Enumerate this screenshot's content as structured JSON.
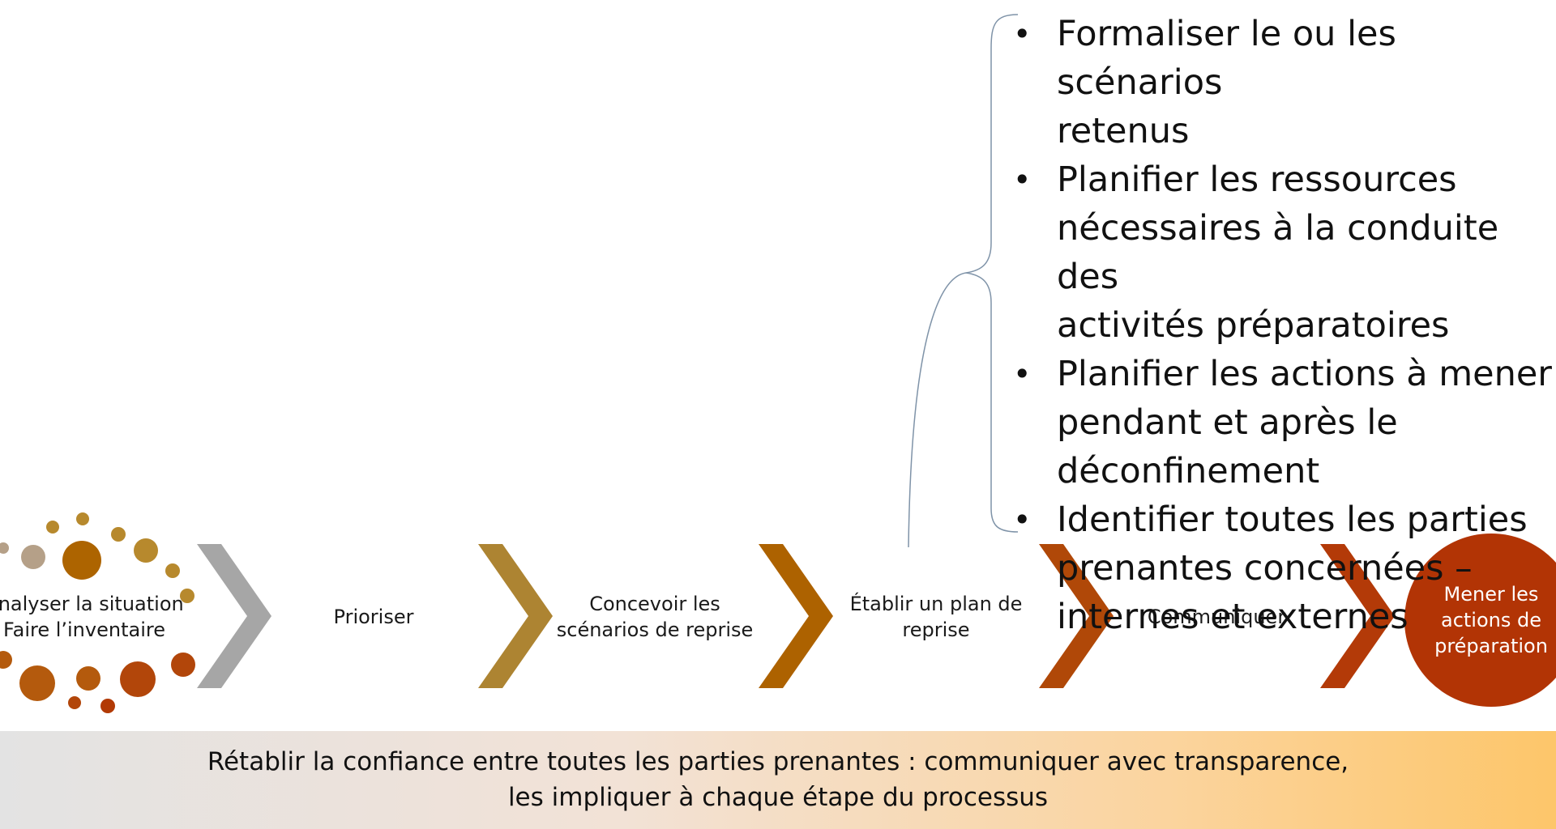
{
  "steps": [
    {
      "lines": [
        "Analyser la situation",
        "Faire l’inventaire"
      ]
    },
    {
      "lines": [
        "Prioriser"
      ]
    },
    {
      "lines": [
        "Concevoir les",
        "scénarios de reprise"
      ]
    },
    {
      "lines": [
        "Établir un plan de",
        "reprise"
      ]
    },
    {
      "lines": [
        "Communiquer"
      ]
    }
  ],
  "final_step": {
    "lines": [
      "Mener les",
      "actions de",
      "préparation"
    ]
  },
  "callout_bullets": [
    {
      "lines": [
        "Formaliser le ou les scénarios",
        "retenus"
      ]
    },
    {
      "lines": [
        "Planifier les ressources",
        "nécessaires à la conduite des",
        "activités préparatoires"
      ]
    },
    {
      "lines": [
        "Planifier les actions à mener",
        "pendant et après le",
        "déconfinement"
      ]
    },
    {
      "lines": [
        "Identifier toutes les parties",
        "prenantes concernées –",
        "internes et externes"
      ]
    }
  ],
  "banner": {
    "line1": "Rétablir la confiance entre toutes les parties prenantes : communiquer avec transparence,",
    "line2": "les impliquer à chaque étape du processus"
  },
  "colors": {
    "chevrons": [
      "#a6a6a6",
      "#ad8432",
      "#ad6200",
      "#b04808",
      "#b33a08"
    ],
    "final_circle": "#b23405",
    "bracket_line": "#7f93a8",
    "dots": [
      "#b5a088",
      "#b7892d",
      "#ad6400",
      "#b45a0d",
      "#b2460a",
      "#b23a05"
    ]
  }
}
